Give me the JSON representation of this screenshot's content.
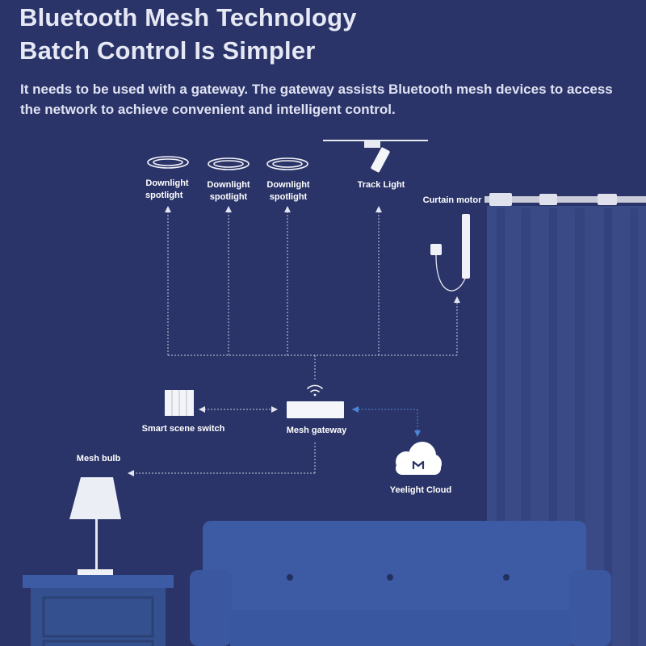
{
  "header": {
    "title_line1": "Bluetooth Mesh Technology",
    "title_line2": "Batch Control Is Simpler",
    "description": "It needs to be used with a gateway. The gateway assists Bluetooth mesh devices to access the network to achieve convenient and intelligent control."
  },
  "devices": {
    "downlight_1": [
      "Downlight",
      "spotlight"
    ],
    "downlight_2": [
      "Downlight",
      "spotlight"
    ],
    "downlight_3": [
      "Downlight",
      "spotlight"
    ],
    "track_light": "Track Light",
    "curtain_motor": "Curtain motor",
    "smart_scene_switch": "Smart scene switch",
    "mesh_gateway": "Mesh gateway",
    "mesh_bulb": "Mesh bulb",
    "cloud": "Yeelight Cloud"
  },
  "colors": {
    "background": "#2b3468",
    "furniture": "#3d5aa4",
    "curtain": "#3a4a87",
    "connector_white": "#d8dcec",
    "cloud_link_blue": "#4a86d6"
  },
  "icons": [
    "downlight-icon",
    "track-light-icon",
    "curtain-motor-icon",
    "switch-icon",
    "gateway-icon",
    "wifi-icon",
    "cloud-icon",
    "lamp-icon"
  ]
}
